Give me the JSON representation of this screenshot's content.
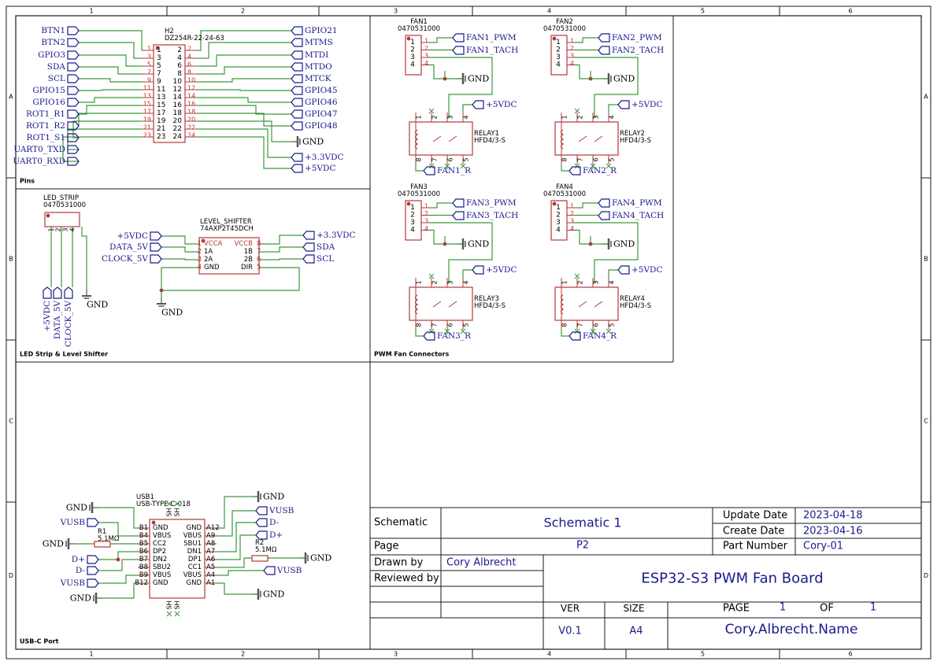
{
  "frame": {
    "col_labels": [
      "1",
      "2",
      "3",
      "4",
      "5",
      "6"
    ],
    "row_labels": [
      "A",
      "B",
      "C",
      "D"
    ]
  },
  "sections": {
    "pins": "Pins",
    "led": "LED Strip & Level Shifter",
    "fan": "PWM Fan Connectors",
    "usb": "USB-C Port"
  },
  "header": {
    "ref": "H2",
    "part": "DZ254R-22-24-63",
    "left_nets": [
      "BTN1",
      "BTN2",
      "GPIO3",
      "SDA",
      "SCL",
      "GPIO15",
      "GPIO16",
      "ROT1_R1",
      "ROT1_R2",
      "ROT1_S1",
      "UART0_TXD",
      "UART0_RXD"
    ],
    "right_nets": [
      "GPIO21",
      "MTMS",
      "MTDI",
      "MTDO",
      "MTCK",
      "GPIO45",
      "GPIO46",
      "GPIO47",
      "GPIO48"
    ],
    "right_power": [
      "GND",
      "+3.3VDC",
      "+5VDC"
    ],
    "odd_pins": [
      "1",
      "3",
      "5",
      "7",
      "9",
      "11",
      "13",
      "15",
      "17",
      "19",
      "21",
      "23"
    ],
    "even_pins": [
      "2",
      "4",
      "6",
      "8",
      "10",
      "12",
      "14",
      "16",
      "18",
      "20",
      "22",
      "24"
    ]
  },
  "led_strip": {
    "ref": "LED_STRIP",
    "part": "0470531000",
    "nets": [
      "+5VDC",
      "DATA_5V",
      "CLOCK_5V"
    ],
    "gnd": "GND",
    "pins": [
      "1",
      "2",
      "3",
      "4"
    ]
  },
  "level_shifter": {
    "ref": "LEVEL_SHIFTER",
    "part": "74AXP2T45DCH",
    "left_pins": [
      "1",
      "2",
      "3",
      "4"
    ],
    "left_names": [
      "VCCA",
      "1A",
      "2A",
      "GND"
    ],
    "right_pins": [
      "8",
      "7",
      "6",
      "5"
    ],
    "right_names": [
      "VCCB",
      "1B",
      "2B",
      "DIR"
    ],
    "left_nets": [
      "+5VDC",
      "DATA_5V",
      "CLOCK_5V"
    ],
    "right_nets": [
      "+3.3VDC",
      "SDA",
      "SCL"
    ],
    "gnd": "GND"
  },
  "fans": [
    {
      "ref": "FAN1",
      "part": "0470531000",
      "pwm": "FAN1_PWM",
      "tach": "FAN1_TACH",
      "gnd": "GND",
      "vdc": "+5VDC",
      "relay": "RELAY1",
      "relay_part": "HFD4/3-S",
      "r_net": "FAN1_R"
    },
    {
      "ref": "FAN2",
      "part": "0470531000",
      "pwm": "FAN2_PWM",
      "tach": "FAN2_TACH",
      "gnd": "GND",
      "vdc": "+5VDC",
      "relay": "RELAY2",
      "relay_part": "HFD4/3-S",
      "r_net": "FAN2_R"
    },
    {
      "ref": "FAN3",
      "part": "0470531000",
      "pwm": "FAN3_PWM",
      "tach": "FAN3_TACH",
      "gnd": "GND",
      "vdc": "+5VDC",
      "relay": "RELAY3",
      "relay_part": "HFD4/3-S",
      "r_net": "FAN3_R"
    },
    {
      "ref": "FAN4",
      "part": "0470531000",
      "pwm": "FAN4_PWM",
      "tach": "FAN4_TACH",
      "gnd": "GND",
      "vdc": "+5VDC",
      "relay": "RELAY4",
      "relay_part": "HFD4/3-S",
      "r_net": "FAN4_R"
    }
  ],
  "fan_pins": [
    "1",
    "2",
    "3",
    "4"
  ],
  "relay_pins": [
    "1",
    "2",
    "3",
    "4",
    "8",
    "7",
    "6",
    "5"
  ],
  "usb": {
    "ref": "USB1",
    "part": "USB-TYPE-C-018",
    "left_pins": [
      "B1",
      "B4",
      "B5",
      "B6",
      "B7",
      "B8",
      "B9",
      "B12"
    ],
    "left_names": [
      "GND",
      "VBUS",
      "CC2",
      "DP2",
      "DN2",
      "SBU2",
      "VBUS",
      "GND"
    ],
    "right_pins": [
      "A12",
      "A9",
      "A8",
      "A7",
      "A6",
      "A5",
      "A4",
      "A1"
    ],
    "right_names": [
      "GND",
      "VBUS",
      "SBU1",
      "DN1",
      "DP1",
      "CC1",
      "VBUS",
      "GND"
    ],
    "shield_label": "SH",
    "left_nets": {
      "gnd_top": "GND",
      "vusb_top": "VUSB",
      "dplus": "D+",
      "dminus": "D-",
      "vusb_bot": "VUSB",
      "gnd_bot": "GND",
      "gnd_side": "GND"
    },
    "right_nets": {
      "gnd_top": "GND",
      "vusb": "VUSB",
      "dminus": "D-",
      "dplus": "D+",
      "vusb_bot": "VUSB",
      "gnd_bot": "GND",
      "gnd_side": "GND"
    },
    "r1_ref": "R1",
    "r1_val": "5.1MΩ",
    "r2_ref": "R2",
    "r2_val": "5.1MΩ"
  },
  "title_block": {
    "schematic_label": "Schematic",
    "schematic_value": "Schematic 1",
    "page_label": "Page",
    "page_value": "P2",
    "update_label": "Update Date",
    "update_value": "2023-04-18",
    "create_label": "Create Date",
    "create_value": "2023-04-16",
    "partnum_label": "Part Number",
    "partnum_value": "Cory-01",
    "drawn_label": "Drawn by",
    "drawn_value": "Cory Albrecht",
    "reviewed_label": "Reviewed by",
    "board_name": "ESP32-S3 PWM Fan Board",
    "ver_label": "VER",
    "ver_value": "V0.1",
    "size_label": "SIZE",
    "size_value": "A4",
    "page_num_label": "PAGE",
    "page_num_value": "1",
    "of_label": "OF",
    "of_value": "1",
    "website": "Cory.Albrecht.Name"
  },
  "colors": {
    "frame": "#1a1a1a",
    "wire": "#3a9a3a",
    "component": "#b33838",
    "pin_text": "#000000",
    "net_text": "#1a1a8c",
    "title_value": "#1a1a8c",
    "nc": "#3a9a3a"
  }
}
